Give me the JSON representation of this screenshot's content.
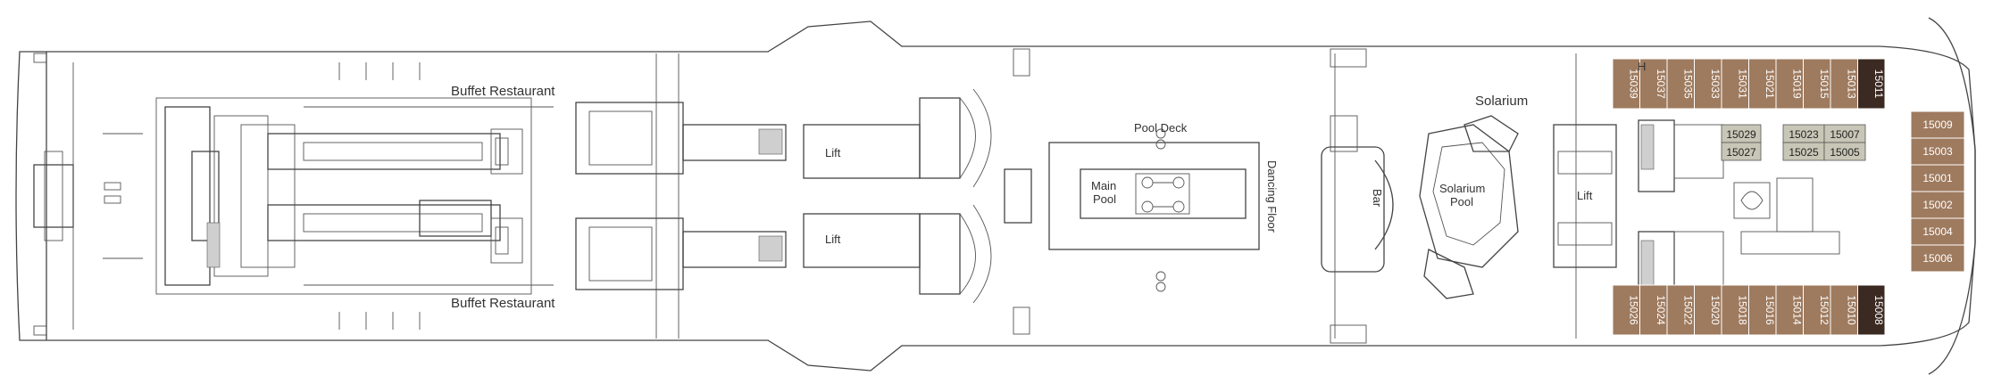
{
  "deck": {
    "labels": {
      "buffet_top": "Buffet Restaurant",
      "buffet_bottom": "Buffet Restaurant",
      "lift_1": "Lift",
      "lift_2": "Lift",
      "lift_3": "Lift",
      "pool_deck": "Pool Deck",
      "main_pool_1": "Main",
      "main_pool_2": "Pool",
      "dancing_floor": "Dancing Floor",
      "bar": "Bar",
      "solarium": "Solarium",
      "solarium_pool_1": "Solarium",
      "solarium_pool_2": "Pool",
      "h_marker": "H"
    },
    "colors": {
      "cabin_brown": "#9e7a5e",
      "cabin_dark": "#3b2a22",
      "cabin_grey": "#c8c6b6",
      "outline": "#444444"
    },
    "cabins_top": [
      "15039",
      "15037",
      "15035",
      "15033",
      "15031",
      "15021",
      "15019",
      "15015",
      "15013",
      "15011"
    ],
    "cabins_bottom": [
      "15026",
      "15024",
      "15022",
      "15020",
      "15018",
      "15016",
      "15014",
      "15012",
      "15010",
      "15008"
    ],
    "cabins_side": [
      "15009",
      "15003",
      "15001",
      "15002",
      "15004",
      "15006"
    ],
    "cabins_inner": [
      "15029",
      "15027",
      "15023",
      "15025",
      "15007",
      "15005"
    ]
  }
}
